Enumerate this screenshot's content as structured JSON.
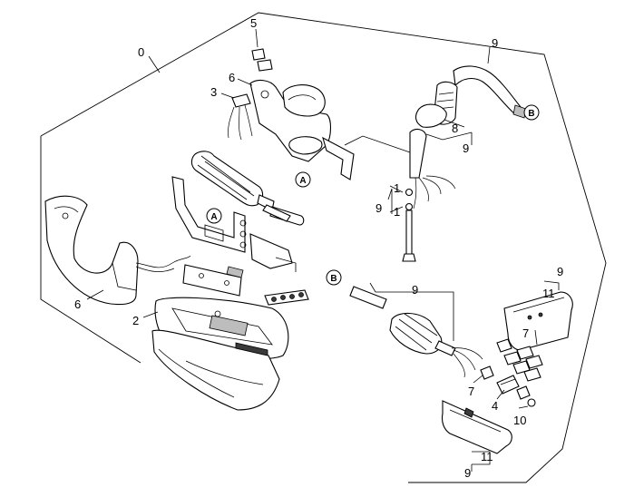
{
  "callouts": {
    "c0": "0",
    "c5": "5",
    "c6a": "6",
    "c3": "3",
    "c9_top": "9",
    "c8": "8",
    "c9_grip": "9",
    "c1a": "1",
    "c1b": "1",
    "c9_rod": "9",
    "c6b": "6",
    "c2": "2",
    "c9_mid": "9",
    "c9_right": "9",
    "c11_right": "11",
    "c7a": "7",
    "c7b": "7",
    "c4": "4",
    "c10": "10",
    "c11_bottom": "11",
    "c9_bottom": "9"
  },
  "markers": {
    "A1": "A",
    "A2": "A",
    "B1": "B",
    "B2": "B"
  }
}
